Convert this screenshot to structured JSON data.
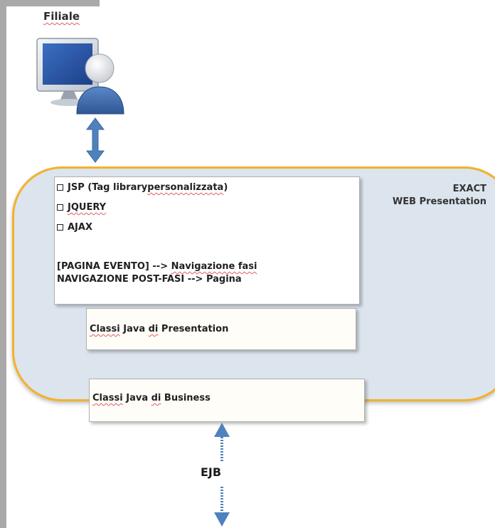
{
  "client": {
    "label": "Filiale"
  },
  "environment": {
    "title_line1": "EXACT",
    "title_line2": "WEB Presentation"
  },
  "tech_box": {
    "items": [
      {
        "prefix": "JSP (Tag library ",
        "squiggle": "personalizzata",
        "suffix": ")"
      },
      {
        "prefix": "",
        "squiggle": "JQUERY",
        "suffix": ""
      },
      {
        "prefix": "AJAX",
        "squiggle": "",
        "suffix": ""
      }
    ],
    "nav_line1_prefix": "[PAGINA EVENTO] --> ",
    "nav_line1_squiggle": "Navigazione fasi",
    "nav_line2_prefix": "NAVIGAZIONE POST-FASI --> Pagina"
  },
  "presentation_box": {
    "word1": "Classi",
    "word2": " Java ",
    "word3": "di",
    "word4": " Presentation"
  },
  "business_box": {
    "word1": "Classi",
    "word2": " Java ",
    "word3": "di",
    "word4": " Business"
  },
  "connector": {
    "label": "EJB"
  },
  "colors": {
    "environment_fill": "#dce4ee",
    "environment_border": "#f2b22c",
    "arrow": "#4f81bd",
    "spellcheck": "#e25b5b"
  }
}
